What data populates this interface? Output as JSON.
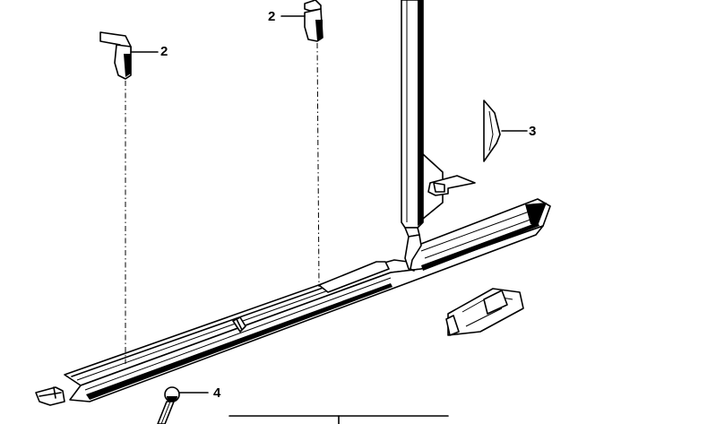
{
  "callouts": [
    {
      "id": "clip-left",
      "label": "2"
    },
    {
      "id": "clip-top",
      "label": "2"
    },
    {
      "id": "cap",
      "label": "3"
    },
    {
      "id": "pin",
      "label": "4"
    }
  ],
  "colors": {
    "ink": "#000000",
    "paper": "#ffffff"
  }
}
